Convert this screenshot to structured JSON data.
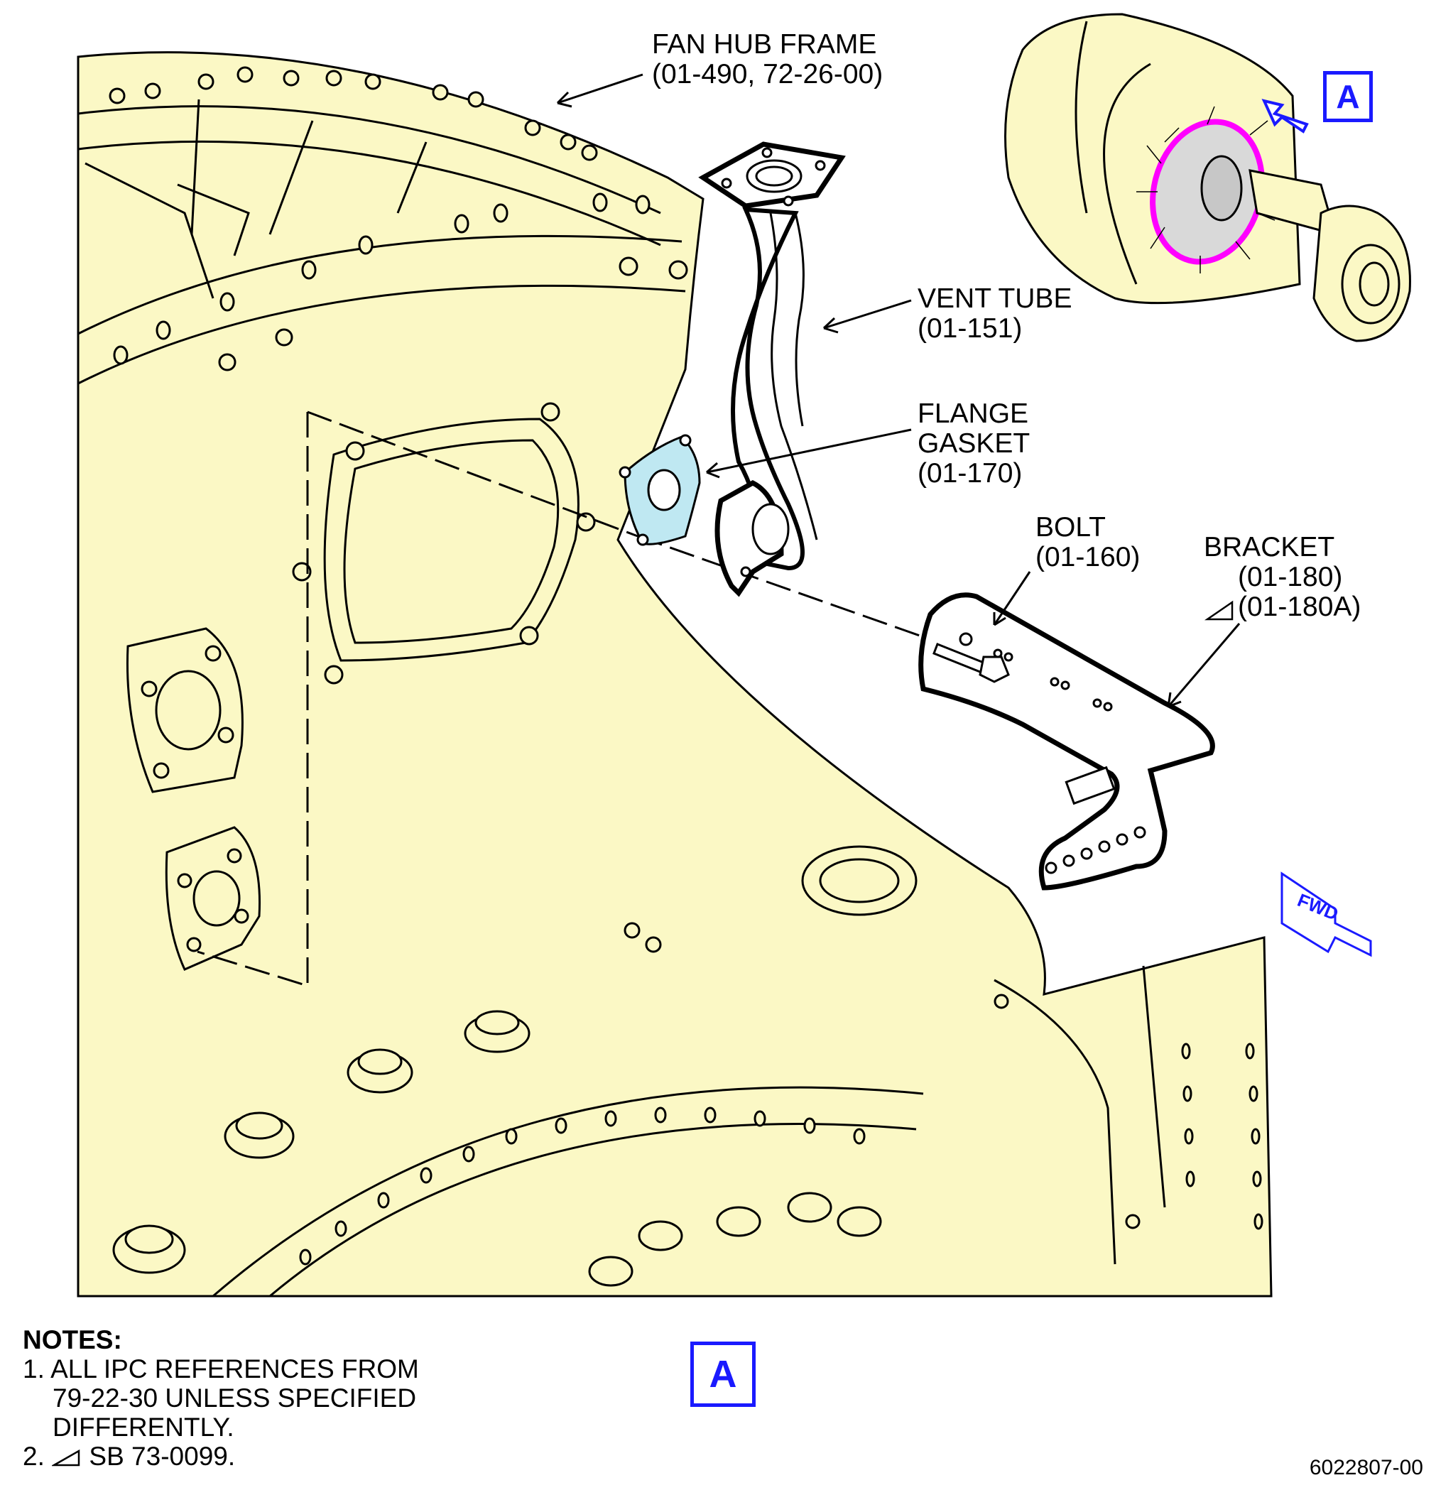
{
  "labels": {
    "fan_hub_frame": [
      "FAN HUB FRAME",
      "(01-490, 72-26-00)"
    ],
    "vent_tube": [
      "VENT TUBE",
      "(01-151)"
    ],
    "flange_gasket": [
      "FLANGE",
      "GASKET",
      "(01-170)"
    ],
    "bolt": [
      "BOLT",
      "(01-160)"
    ],
    "bracket": [
      "BRACKET",
      "(01-180)",
      "(01-180A)"
    ]
  },
  "view_callout": "A",
  "direction_arrow": "FWD",
  "notes": {
    "title": "NOTES:",
    "items": [
      [
        "1. ALL IPC REFERENCES FROM",
        "79-22-30 UNLESS SPECIFIED",
        "DIFFERENTLY."
      ],
      [
        "2. ",
        "SB 73-0099."
      ]
    ]
  },
  "drawing_number": "6022807-00",
  "colors": {
    "engine_fill": "#fbf8c5",
    "gasket_fill": "#bfe8f2",
    "callout_blue": "#1a1aff",
    "highlight_magenta": "#ff00ff",
    "line": "#000000"
  }
}
